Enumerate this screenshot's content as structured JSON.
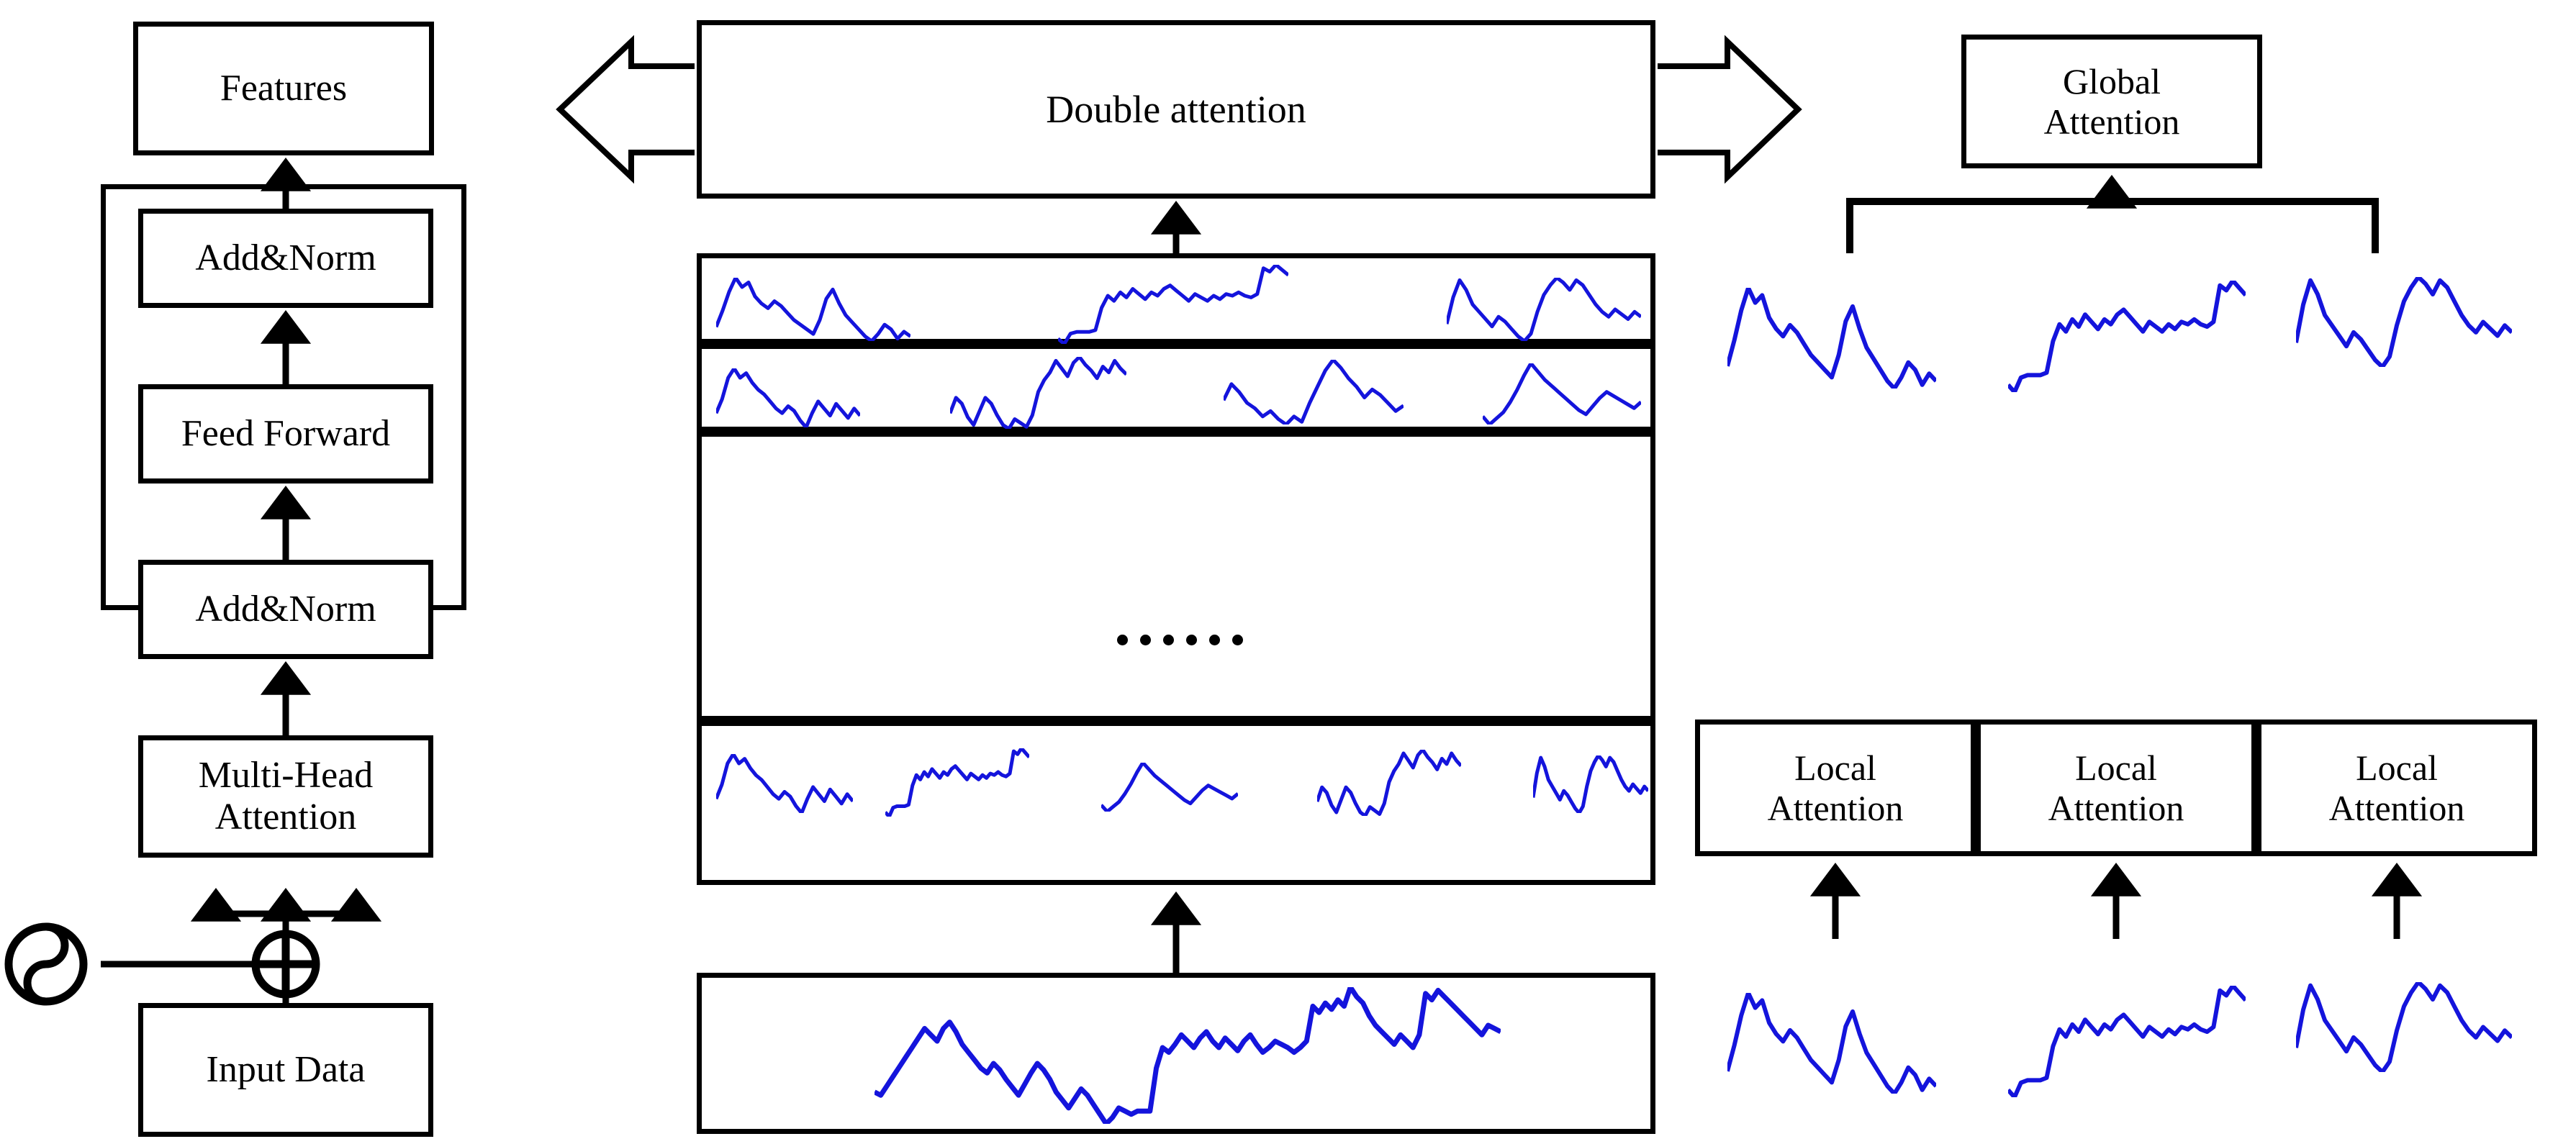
{
  "figure": {
    "kind": "architecture-diagram",
    "colors": {
      "stroke": "#000000",
      "signal": "#1414dc",
      "background": "#ffffff"
    }
  },
  "left_panel": {
    "name": "transformer-encoder",
    "features_box": {
      "label": "Features"
    },
    "encoder_stack": [
      {
        "label": "Add&Norm"
      },
      {
        "label": "Feed Forward"
      },
      {
        "label": "Add&Norm"
      },
      {
        "label": "Multi-Head\nAttention"
      }
    ],
    "input_box": {
      "label": "Input Data"
    },
    "positional_encoding_icon": "yin-yang-icon",
    "sum_icon": "circled-plus-icon"
  },
  "middle_panel": {
    "header_box": {
      "label": "Double attention"
    },
    "ellipsis": "……",
    "rows": [
      {
        "name": "segment-row-1",
        "segments": 3
      },
      {
        "name": "segment-row-2",
        "segments": 4
      },
      {
        "name": "segment-row-ellipsis",
        "segments": 0
      },
      {
        "name": "segment-row-4",
        "segments": 5
      }
    ],
    "input_series_box": {
      "name": "input-series"
    }
  },
  "right_panel": {
    "global_attention_box": {
      "label": "Global\nAttention"
    },
    "local_attention_boxes": [
      {
        "label": "Local\nAttention"
      },
      {
        "label": "Local\nAttention"
      },
      {
        "label": "Local\nAttention"
      }
    ],
    "top_series_count": 3,
    "bottom_series_count": 3
  },
  "chart_data": {
    "type": "line",
    "title": "",
    "xlabel": "",
    "ylabel": "",
    "series_color": "#1414dc",
    "series": [
      {
        "name": "full-input-series",
        "values": [
          30,
          28,
          34,
          40,
          46,
          52,
          58,
          64,
          70,
          66,
          62,
          70,
          74,
          68,
          60,
          55,
          50,
          45,
          42,
          48,
          44,
          38,
          33,
          28,
          35,
          42,
          48,
          44,
          38,
          30,
          25,
          20,
          26,
          32,
          28,
          22,
          16,
          10,
          14,
          20,
          18,
          16,
          18,
          18,
          18,
          45,
          58,
          55,
          60,
          66,
          62,
          58,
          64,
          68,
          62,
          58,
          64,
          60,
          56,
          62,
          66,
          60,
          55,
          58,
          62,
          60,
          58,
          55,
          58,
          62,
          84,
          80,
          86,
          82,
          88,
          84,
          96,
          90,
          86,
          78,
          72,
          68,
          64,
          60,
          66,
          62,
          58,
          66,
          92,
          88,
          94,
          90,
          86,
          82,
          78,
          74,
          70,
          66,
          72,
          70,
          68
        ]
      },
      {
        "name": "segment-a",
        "values": [
          20,
          34,
          50,
          62,
          54,
          58,
          46,
          40,
          36,
          42,
          38,
          32,
          26,
          22,
          18,
          14,
          26,
          44,
          52,
          40,
          30,
          24,
          18,
          12,
          8,
          14,
          22,
          18,
          10,
          16,
          12
        ]
      },
      {
        "name": "segment-b",
        "values": [
          8,
          2,
          14,
          16,
          16,
          16,
          18,
          44,
          58,
          52,
          62,
          56,
          66,
          60,
          54,
          62,
          58,
          66,
          70,
          64,
          58,
          52,
          60,
          56,
          52,
          58,
          54,
          60,
          58,
          62,
          58,
          56,
          60,
          90,
          86,
          94,
          88,
          82
        ]
      },
      {
        "name": "segment-c",
        "values": [
          34,
          56,
          70,
          62,
          50,
          44,
          38,
          32,
          40,
          36,
          30,
          24,
          20,
          26,
          44,
          58,
          66,
          72,
          68,
          62,
          70,
          66,
          58,
          50,
          44,
          40,
          46,
          42,
          38,
          44,
          40
        ]
      },
      {
        "name": "segment-d",
        "values": [
          18,
          30,
          48,
          56,
          48,
          52,
          44,
          38,
          34,
          28,
          22,
          18,
          24,
          20,
          12,
          6,
          18,
          28,
          22,
          16,
          26,
          20,
          14,
          22,
          16
        ]
      },
      {
        "name": "segment-e",
        "values": [
          24,
          40,
          34,
          20,
          12,
          26,
          40,
          34,
          22,
          12,
          8,
          18,
          14,
          10,
          22,
          46,
          58,
          66,
          78,
          70,
          62,
          76,
          82,
          74,
          68,
          60,
          72,
          66,
          78,
          70,
          64
        ]
      },
      {
        "name": "segment-f",
        "values": [
          42,
          54,
          48,
          40,
          36,
          30,
          34,
          28,
          24,
          30,
          26,
          40,
          52,
          64,
          72,
          66,
          58,
          52,
          44,
          50,
          46,
          40,
          34,
          38
        ]
      },
      {
        "name": "segment-g",
        "values": [
          26,
          18,
          24,
          30,
          40,
          52,
          66,
          78,
          70,
          62,
          56,
          50,
          44,
          38,
          32,
          28,
          36,
          44,
          50,
          46,
          42,
          38,
          34,
          40
        ]
      }
    ]
  }
}
